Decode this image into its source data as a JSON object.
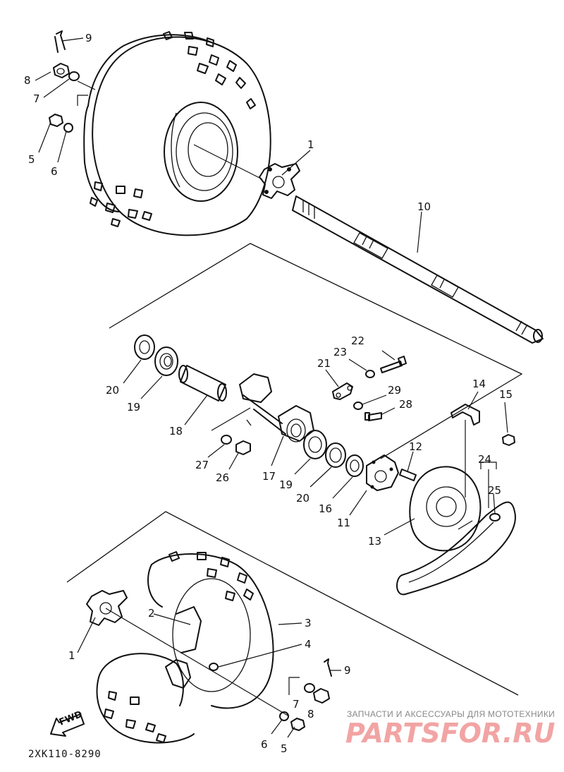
{
  "diagram": {
    "code": "2XK110-8290",
    "fwd_label": "FWD"
  },
  "watermark": {
    "subtitle": "ЗАПЧАСТИ И АКСЕССУАРЫ ДЛЯ МОТОТЕХНИКИ",
    "brand": "PARTSFOR.RU"
  },
  "callouts": [
    {
      "id": "c9a",
      "text": "9"
    },
    {
      "id": "c8a",
      "text": "8"
    },
    {
      "id": "c7a",
      "text": "7"
    },
    {
      "id": "c5a",
      "text": "5"
    },
    {
      "id": "c6a",
      "text": "6"
    },
    {
      "id": "c1a",
      "text": "1"
    },
    {
      "id": "c10",
      "text": "10"
    },
    {
      "id": "c22",
      "text": "22"
    },
    {
      "id": "c23",
      "text": "23"
    },
    {
      "id": "c21",
      "text": "21"
    },
    {
      "id": "c29",
      "text": "29"
    },
    {
      "id": "c28",
      "text": "28"
    },
    {
      "id": "c14",
      "text": "14"
    },
    {
      "id": "c15",
      "text": "15"
    },
    {
      "id": "c20a",
      "text": "20"
    },
    {
      "id": "c19a",
      "text": "19"
    },
    {
      "id": "c18",
      "text": "18"
    },
    {
      "id": "c27",
      "text": "27"
    },
    {
      "id": "c26",
      "text": "26"
    },
    {
      "id": "c17",
      "text": "17"
    },
    {
      "id": "c19b",
      "text": "19"
    },
    {
      "id": "c20b",
      "text": "20"
    },
    {
      "id": "c16",
      "text": "16"
    },
    {
      "id": "c11",
      "text": "11"
    },
    {
      "id": "c12",
      "text": "12"
    },
    {
      "id": "c13",
      "text": "13"
    },
    {
      "id": "c24",
      "text": "24"
    },
    {
      "id": "c25",
      "text": "25"
    },
    {
      "id": "c2",
      "text": "2"
    },
    {
      "id": "c3",
      "text": "3"
    },
    {
      "id": "c4",
      "text": "4"
    },
    {
      "id": "c1b",
      "text": "1"
    },
    {
      "id": "c9b",
      "text": "9"
    },
    {
      "id": "c7b",
      "text": "7"
    },
    {
      "id": "c8b",
      "text": "8"
    },
    {
      "id": "c6b",
      "text": "6"
    },
    {
      "id": "c5b",
      "text": "5"
    }
  ]
}
